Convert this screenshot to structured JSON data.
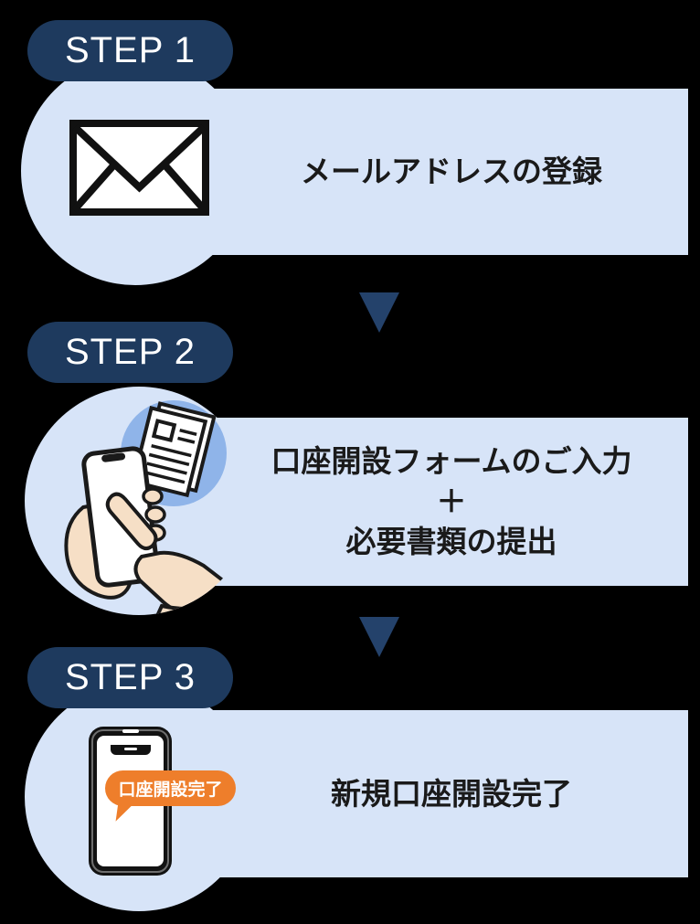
{
  "diagram": {
    "background": "#000000",
    "colors": {
      "badge_navy": "#1e3a5e",
      "arrow_navy": "#24426b",
      "panel_light_blue": "#d7e4f8",
      "accent_medium_blue": "#8fb4e9",
      "bubble_orange": "#ee7e2b",
      "text_dark": "#1a1a1a",
      "skin": "#f6dfc6"
    },
    "steps": [
      {
        "badge": "STEP 1",
        "icon": "envelope-icon",
        "lines": [
          "メールアドレスの登録"
        ]
      },
      {
        "badge": "STEP 2",
        "icon": "phone-form-icon",
        "lines": [
          "口座開設フォームのご入力",
          "＋",
          "必要書類の提出"
        ]
      },
      {
        "badge": "STEP 3",
        "icon": "phone-complete-icon",
        "lines": [
          "新規口座開設完了"
        ],
        "bubble": "口座開設完了"
      }
    ],
    "arrows": [
      {
        "name": "down-arrow"
      },
      {
        "name": "down-arrow"
      }
    ]
  }
}
